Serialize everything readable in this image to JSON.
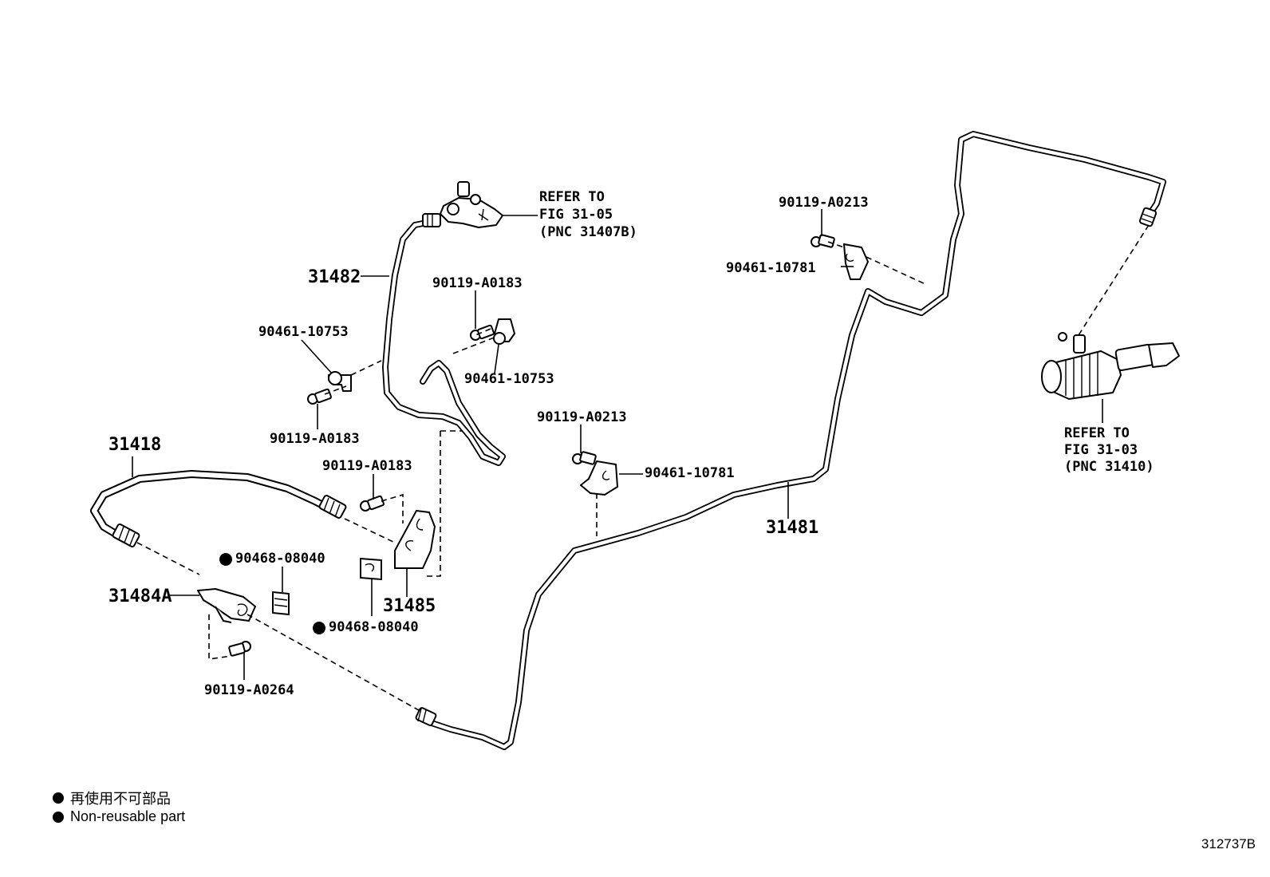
{
  "labels": {
    "p31481": "31481",
    "p31482": "31482",
    "p31418": "31418",
    "p31484a": "31484A",
    "p31485": "31485",
    "b_a0183_top": "90119-A0183",
    "b_a0183_left": "90119-A0183",
    "b_a0183_mid": "90119-A0183",
    "c_10753_left": "90461-10753",
    "c_10753_right": "90461-10753",
    "b_a0213_top": "90119-A0213",
    "c_10781_top": "90461-10781",
    "b_a0213_mid": "90119-A0213",
    "c_10781_mid": "90461-10781",
    "clip_08040_top": "90468-08040",
    "clip_08040_bottom": "90468-08040",
    "b_a0264": "90119-A0264"
  },
  "refs": {
    "top": [
      "REFER TO",
      "FIG 31-05",
      "(PNC 31407B)"
    ],
    "right": [
      "REFER TO",
      "FIG 31-03",
      "(PNC 31410)"
    ]
  },
  "legend": {
    "jp": "再使用不可部品",
    "en": "Non-reusable part"
  },
  "figure_id": "312737B"
}
